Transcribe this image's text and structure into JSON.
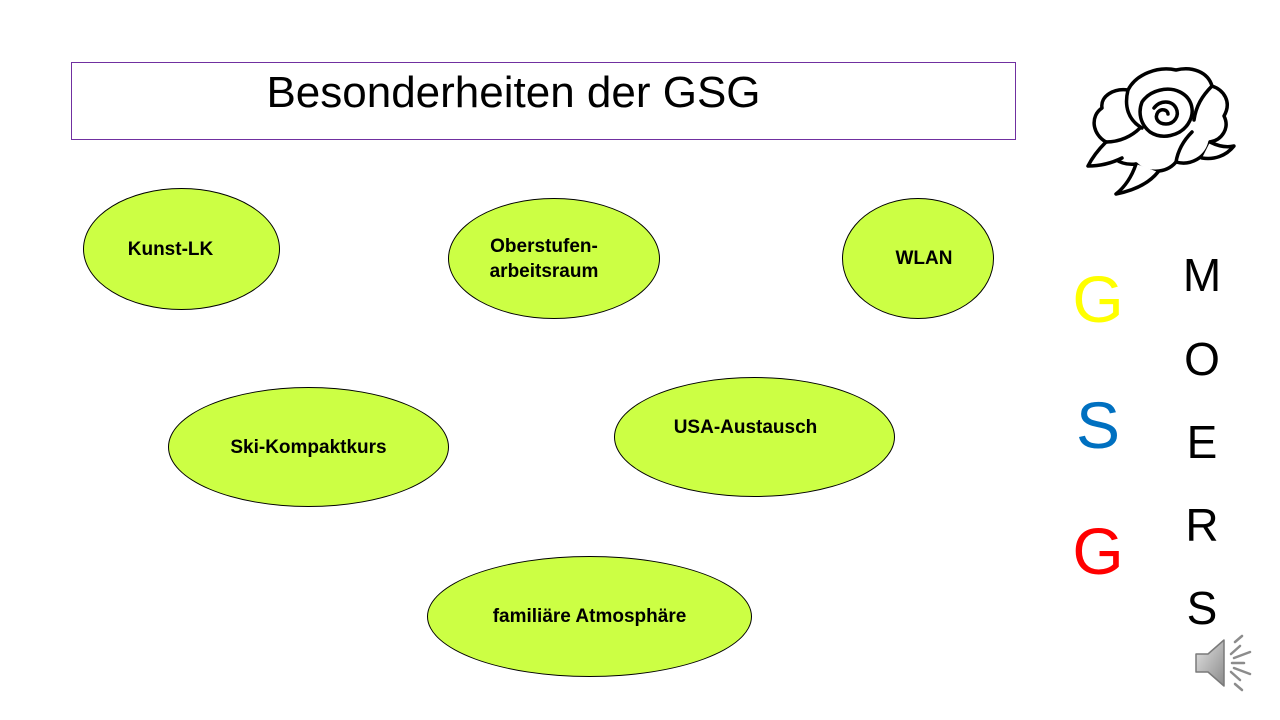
{
  "title": "Besonderheiten der GSG",
  "bubbles": {
    "kunst": "Kunst-LK",
    "oberstufen_line1": "Oberstufen-",
    "oberstufen_line2": "arbeitsraum",
    "wlan": "WLAN",
    "ski": "Ski-Kompaktkurs",
    "usa": "USA-Austausch",
    "familiaer": "familiäre Atmosphäre"
  },
  "bubble_color": "#ccff44",
  "gsg_letters": {
    "g1": "G",
    "s": "S",
    "g2": "G"
  },
  "gsg_colors": {
    "g1": "#ffff00",
    "s": "#0070c0",
    "g2": "#ff0000"
  },
  "moers_letters": {
    "m": "M",
    "o": "O",
    "e": "E",
    "r": "R",
    "s": "S"
  },
  "icons": {
    "logo": "rose-icon",
    "audio": "speaker-icon"
  }
}
